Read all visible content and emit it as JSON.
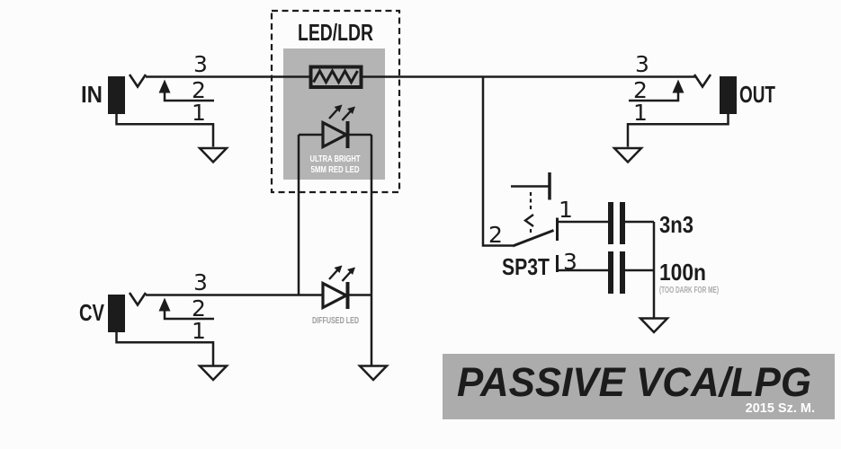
{
  "colors": {
    "background": "#fcfcfc",
    "line": "#1c1c1c",
    "vactrol_fill": "#b4b4b4",
    "banner_fill": "#acacac",
    "white_text": "#ffffff",
    "muted_text": "#9c9c9c",
    "note_text": "#ababab"
  },
  "jacks": {
    "in": {
      "label": "IN",
      "pin3": "3",
      "pin2": "2",
      "pin1": "1"
    },
    "cv": {
      "label": "CV",
      "pin3": "3",
      "pin2": "2",
      "pin1": "1"
    },
    "out": {
      "label": "OUT",
      "pin3": "3",
      "pin2": "2",
      "pin1": "1"
    }
  },
  "vactrol": {
    "title": "LED/LDR",
    "note_line1": "ULTRA BRIGHT",
    "note_line2": "5MM RED LED"
  },
  "diffused_led": {
    "label": "DIFFUSED LED"
  },
  "switch": {
    "type_label": "SP3T",
    "pole_label": "2",
    "throw_top_label": "1",
    "throw_bottom_label": "3"
  },
  "capacitors": {
    "c1_value": "3n3",
    "c2_value": "100n",
    "c2_note": "(TOO DARK FOR ME)"
  },
  "banner": {
    "title": "PASSIVE VCA/LPG",
    "credit": "2015 Sz. M."
  }
}
